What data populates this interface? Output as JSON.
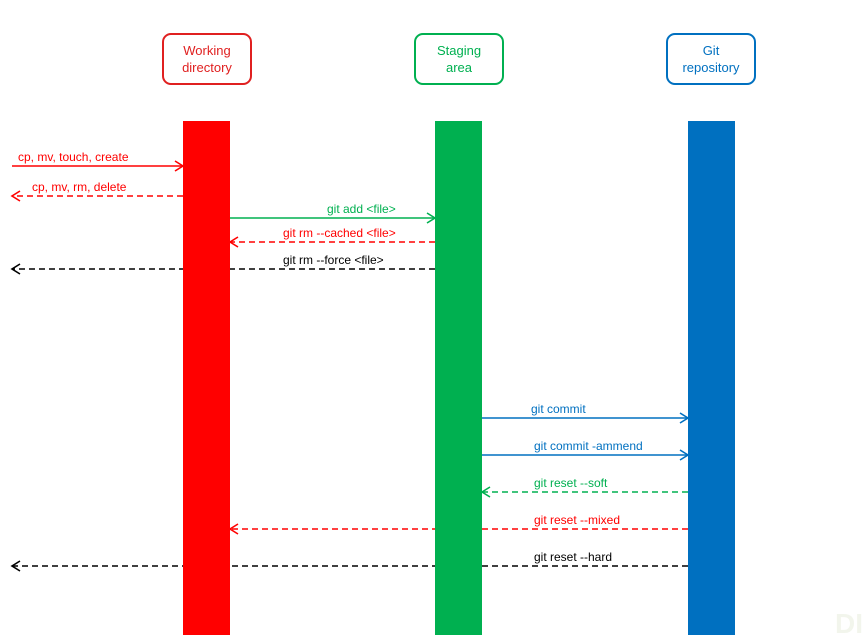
{
  "colors": {
    "working": "#ff0000",
    "staging": "#00b050",
    "repository": "#0070c0",
    "black": "#000000"
  },
  "lanes": {
    "working": {
      "line1": "Working",
      "line2": "directory"
    },
    "staging": {
      "line1": "Staging",
      "line2": "area"
    },
    "repository": {
      "line1": "Git",
      "line2": "repository"
    }
  },
  "commands": [
    {
      "id": "cp-mv-touch-create",
      "label": "cp, mv, touch, create",
      "from": "outside",
      "to": "working",
      "dashed": false,
      "color": "working"
    },
    {
      "id": "cp-mv-rm-delete",
      "label": "cp, mv,  rm, delete",
      "from": "working",
      "to": "outside",
      "dashed": true,
      "color": "working"
    },
    {
      "id": "git-add",
      "label": "git add  <file>",
      "from": "working",
      "to": "staging",
      "dashed": false,
      "color": "staging"
    },
    {
      "id": "git-rm-cached",
      "label": "git rm --cached <file>",
      "from": "staging",
      "to": "working",
      "dashed": true,
      "color": "working"
    },
    {
      "id": "git-rm-force",
      "label": "git rm --force  <file>",
      "from": "staging",
      "to": "outside",
      "dashed": true,
      "color": "black"
    },
    {
      "id": "git-commit",
      "label": "git  commit",
      "from": "staging",
      "to": "repository",
      "dashed": false,
      "color": "repository"
    },
    {
      "id": "git-commit-ammend",
      "label": "git  commit  -ammend",
      "from": "staging",
      "to": "repository",
      "dashed": false,
      "color": "repository"
    },
    {
      "id": "git-reset-soft",
      "label": "git  reset  --soft",
      "from": "repository",
      "to": "staging",
      "dashed": true,
      "color": "staging"
    },
    {
      "id": "git-reset-mixed",
      "label": "git reset --mixed",
      "from": "repository",
      "to": "working",
      "dashed": true,
      "color": "working"
    },
    {
      "id": "git-reset-hard",
      "label": "git reset --hard",
      "from": "repository",
      "to": "outside",
      "dashed": true,
      "color": "black"
    }
  ],
  "watermark": "DI"
}
